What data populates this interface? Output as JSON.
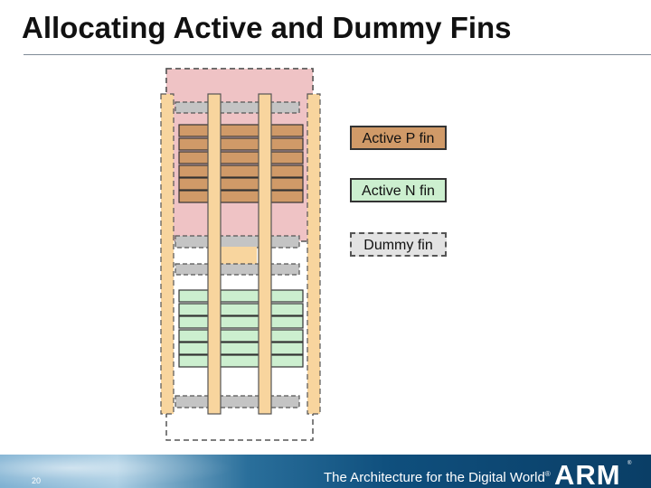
{
  "slide": {
    "title": "Allocating Active and Dummy Fins",
    "page_number": "20"
  },
  "legend": {
    "active_p": "Active P fin",
    "active_n": "Active N fin",
    "dummy": "Dummy fin"
  },
  "footer": {
    "tagline": "The Architecture for the Digital World",
    "tagline_mark": "®",
    "logo": "ARM",
    "logo_mark": "®"
  },
  "colors": {
    "active_p_fin": "#d09a68",
    "active_n_fin": "#ccefcf",
    "dummy_fin": "#c4c4c4",
    "p_well": "#efc3c5",
    "gate": "#f8d59e",
    "diffusion_gap": "#f8d59e"
  },
  "fin_stack": {
    "rows_top_to_bottom": [
      "dummy",
      "active_p",
      "active_p",
      "active_p",
      "active_p",
      "active_p",
      "active_p",
      "dummy",
      "diffusion_gap",
      "dummy",
      "active_n",
      "active_n",
      "active_n",
      "active_n",
      "active_n",
      "active_n",
      "dummy"
    ],
    "gate_count": 4
  }
}
